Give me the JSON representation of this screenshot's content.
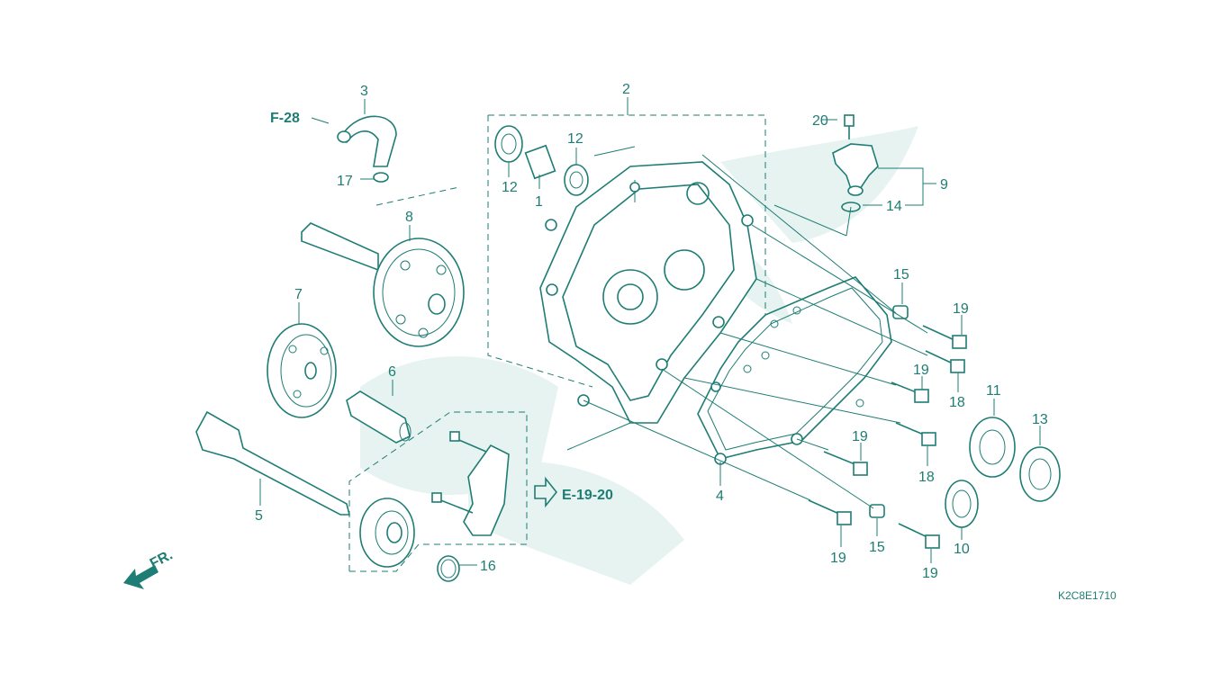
{
  "diagram_code": "K2C8E1710",
  "front_marker": "FR.",
  "references": [
    "F-28",
    "E-19-20"
  ],
  "callouts": [
    {
      "id": "c1",
      "text": "1"
    },
    {
      "id": "c2",
      "text": "2"
    },
    {
      "id": "c3",
      "text": "3"
    },
    {
      "id": "c4",
      "text": "4"
    },
    {
      "id": "c5",
      "text": "5"
    },
    {
      "id": "c6",
      "text": "6"
    },
    {
      "id": "c7",
      "text": "7"
    },
    {
      "id": "c8",
      "text": "8"
    },
    {
      "id": "c9",
      "text": "9"
    },
    {
      "id": "c10",
      "text": "10"
    },
    {
      "id": "c11",
      "text": "11"
    },
    {
      "id": "c12a",
      "text": "12"
    },
    {
      "id": "c12b",
      "text": "12"
    },
    {
      "id": "c13",
      "text": "13"
    },
    {
      "id": "c14",
      "text": "14"
    },
    {
      "id": "c15a",
      "text": "15"
    },
    {
      "id": "c15b",
      "text": "15"
    },
    {
      "id": "c16",
      "text": "16"
    },
    {
      "id": "c17",
      "text": "17"
    },
    {
      "id": "c18a",
      "text": "18"
    },
    {
      "id": "c18b",
      "text": "18"
    },
    {
      "id": "c19a",
      "text": "19"
    },
    {
      "id": "c19b",
      "text": "19"
    },
    {
      "id": "c19c",
      "text": "19"
    },
    {
      "id": "c19d",
      "text": "19"
    },
    {
      "id": "c19e",
      "text": "19"
    },
    {
      "id": "c20",
      "text": "20"
    }
  ],
  "colors": {
    "line": "#1e7d74",
    "ghost": "#e6f3f1",
    "background": "#ffffff"
  }
}
